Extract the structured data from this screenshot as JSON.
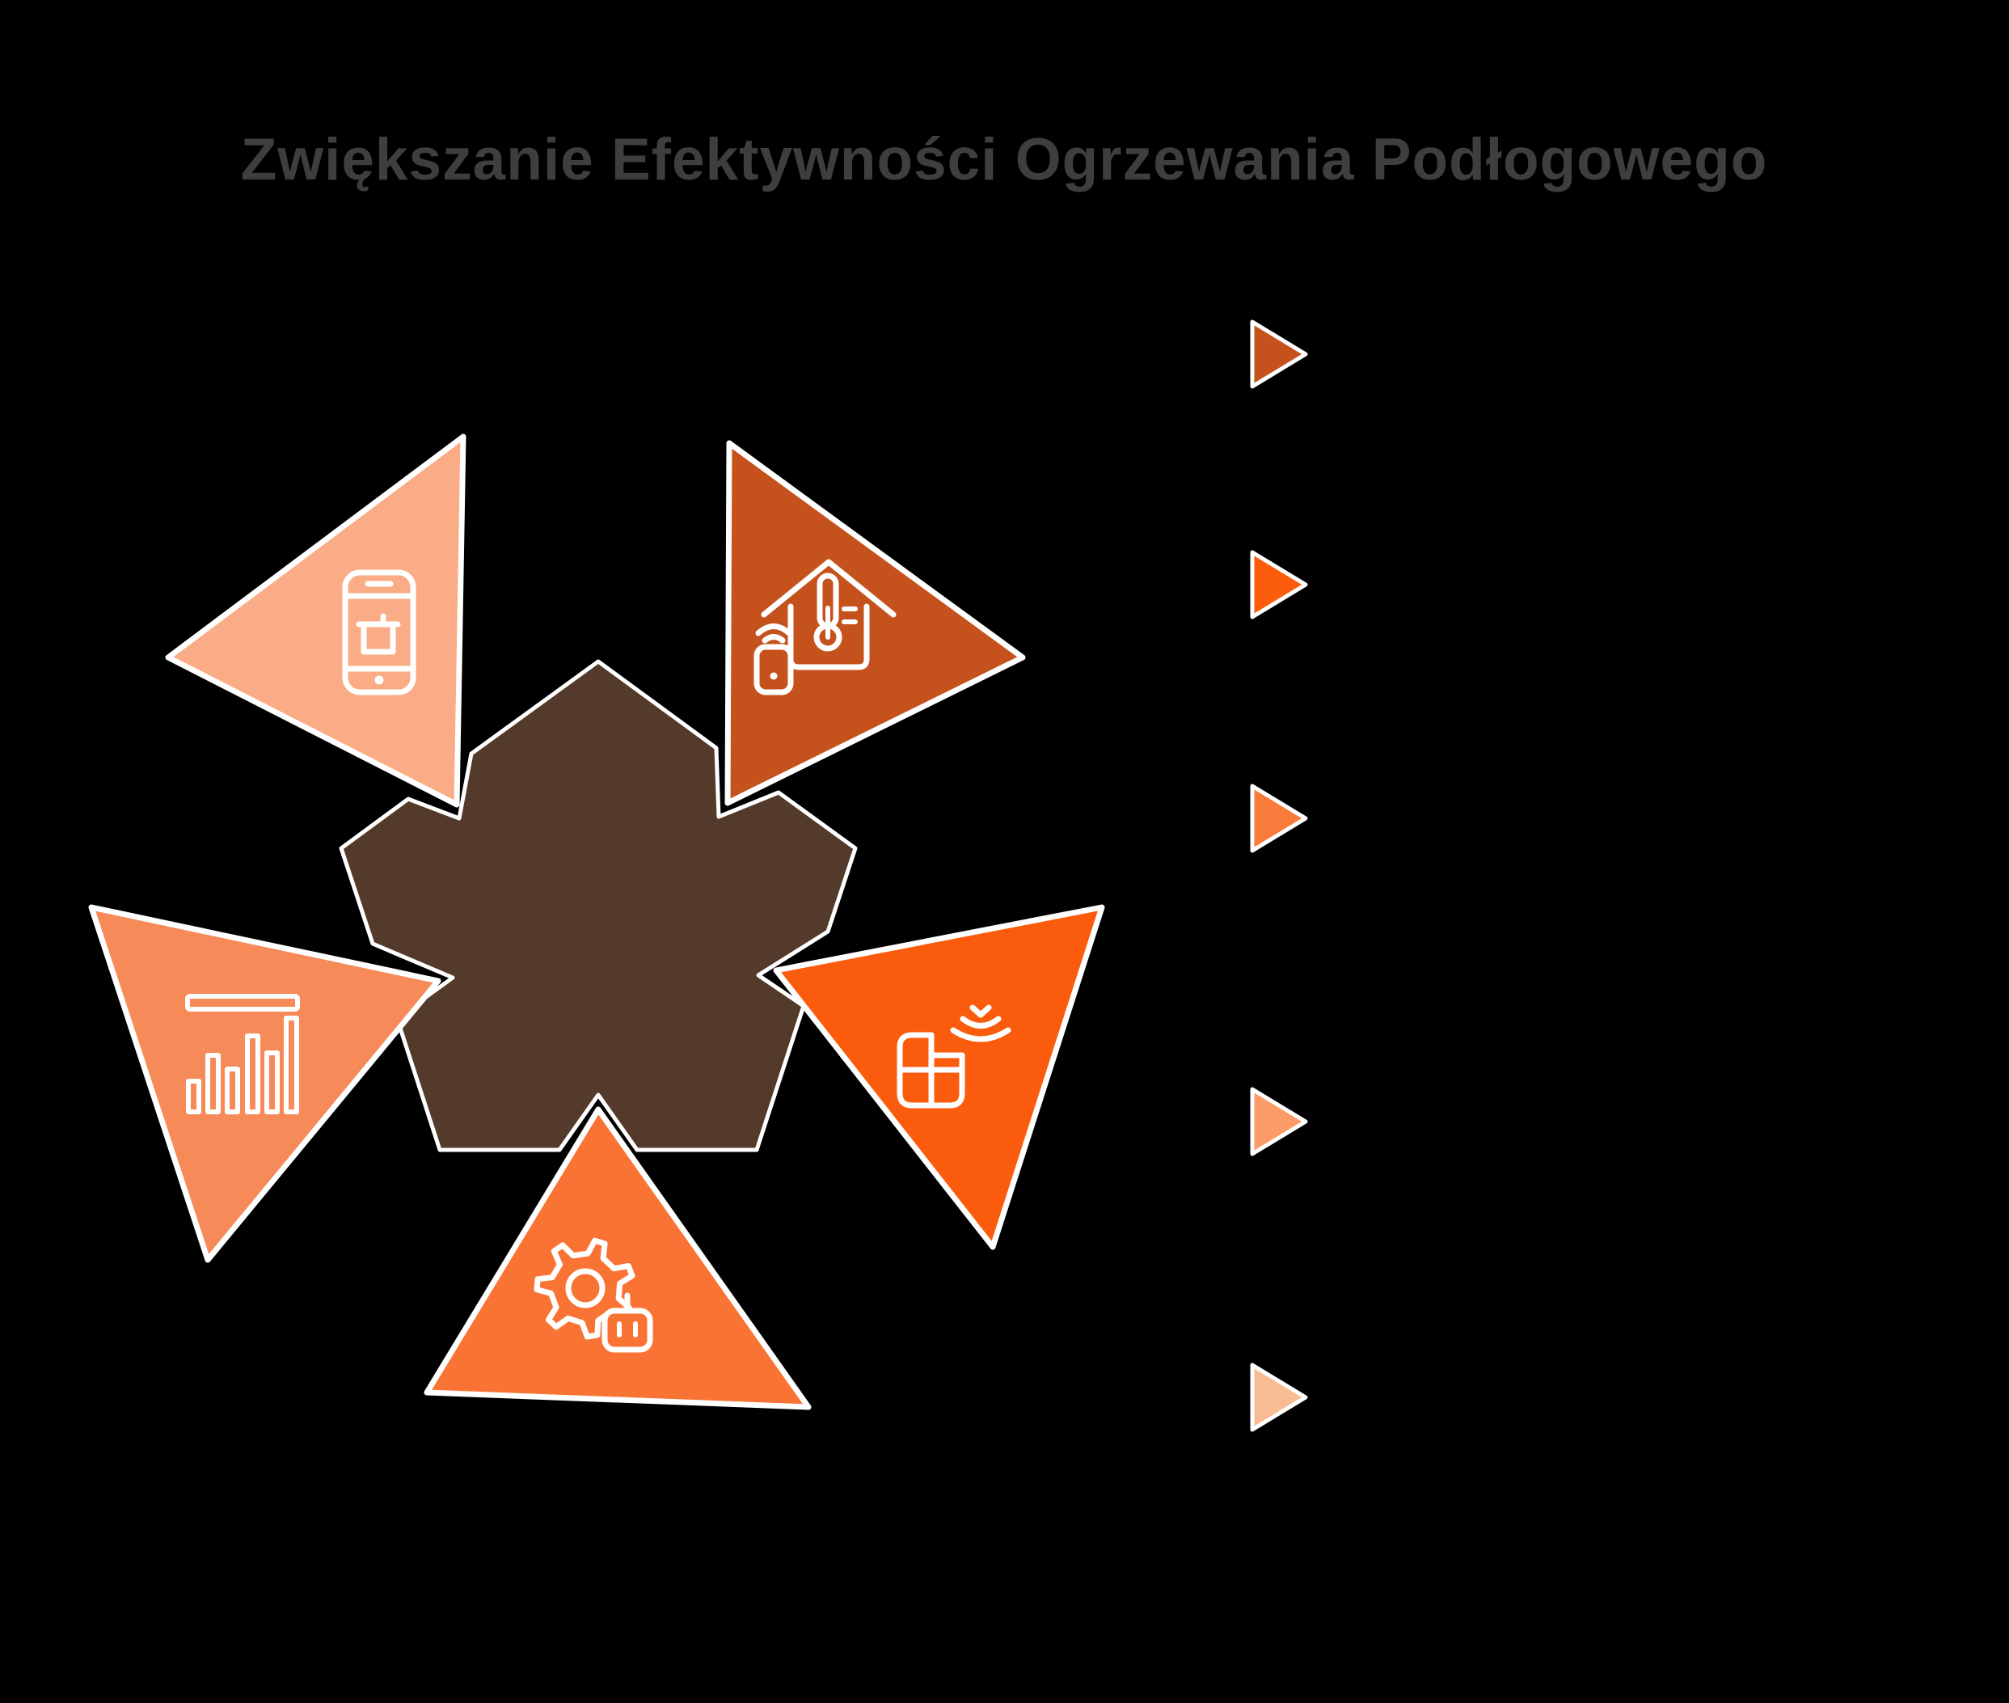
{
  "canvas": {
    "background": "#000000"
  },
  "title": {
    "text": "Zwiększanie Efektywności Ogrzewania Podłogowego",
    "color": "#3E3E3E"
  },
  "diagram": {
    "name": "floor-heating-efficiency-pinwheel",
    "center": {
      "shape": "notched-pentagon",
      "color": "#533A2B",
      "outline": "#FFFFFF"
    },
    "segments": [
      {
        "position": "top-left",
        "icon": "smartphone-app-icon",
        "color": "#F9AC85"
      },
      {
        "position": "top-right",
        "icon": "smart-home-thermostat-icon",
        "color": "#C5521D"
      },
      {
        "position": "right",
        "icon": "floor-tiles-signal-icon",
        "color": "#FB5B0D"
      },
      {
        "position": "bottom",
        "icon": "gear-robot-icon",
        "color": "#F97434"
      },
      {
        "position": "left",
        "icon": "bar-chart-icon",
        "color": "#F68A59"
      }
    ]
  },
  "legend": {
    "items": [
      {
        "bullet_color": "#C5521D"
      },
      {
        "bullet_color": "#FC5D0D"
      },
      {
        "bullet_color": "#F97B3C"
      },
      {
        "bullet_color": "#FB9B67"
      },
      {
        "bullet_color": "#F8BC95"
      }
    ]
  }
}
